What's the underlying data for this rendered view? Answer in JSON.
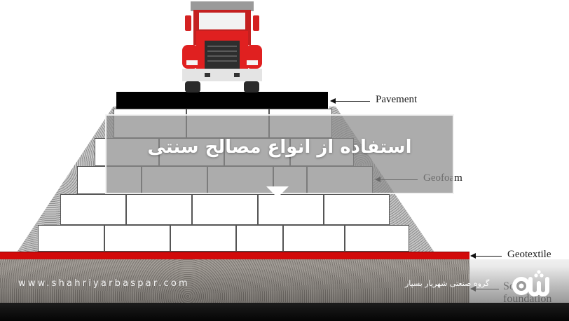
{
  "diagram": {
    "layers": [
      {
        "name": "Pavement",
        "color": "#000000"
      },
      {
        "name": "Geofoam",
        "color": "#ffffff"
      },
      {
        "name": "Geotextile",
        "color": "#d20a0a"
      },
      {
        "name": "Soil foundation",
        "color": "#8a857f"
      }
    ],
    "labels": {
      "pavement": "Pavement",
      "geofoam": "Geofoam",
      "geotextile": "Geotextile",
      "soil": "Soil foundation"
    }
  },
  "overlay": {
    "title": "استفاده از انواع مصالح سنتی"
  },
  "footer": {
    "website": "www.shahriyarbaspar.com",
    "company_name": "گروه صنعتی شهریار بسپار",
    "logo_text": "شا"
  },
  "colors": {
    "geotextile_red": "#d20a0a",
    "overlay_gray": "#8c8c8c",
    "truck_red": "#e02020"
  }
}
